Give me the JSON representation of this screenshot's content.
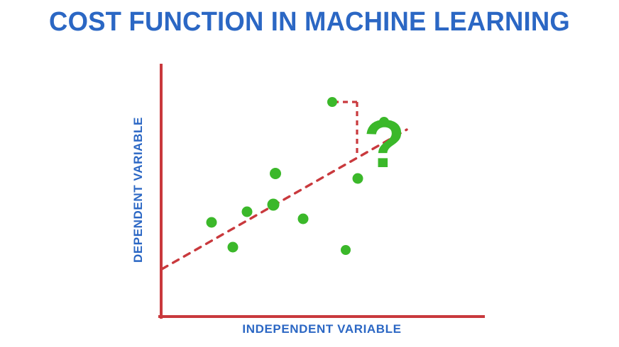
{
  "page": {
    "title": "COST FUNCTION IN MACHINE LEARNING",
    "background_color": "#FFFFFF"
  },
  "colors": {
    "title_blue": "#2B67C4",
    "axis_label_blue": "#2B67C4",
    "axis_red": "#C9393D",
    "regression_line_red": "#C9393D",
    "residual_line_red": "#C9393D",
    "point_green": "#3BB82A",
    "question_mark_green": "#3BB82A"
  },
  "annotations": {
    "question_mark": "?"
  },
  "chart_data": {
    "type": "scatter",
    "title": "COST FUNCTION IN MACHINE LEARNING",
    "xlabel": "INDEPENDENT VARIABLE",
    "ylabel": "DEPENDENT VARIABLE",
    "grid": false,
    "legend": "none",
    "xlim": [
      0,
      100
    ],
    "ylim": [
      0,
      100
    ],
    "xticks": [],
    "yticks": [],
    "series": [
      {
        "name": "observations",
        "marker": "circle",
        "color": "#3BB82A",
        "points": [
          {
            "x": 15.9,
            "y": 37.5
          },
          {
            "x": 22.5,
            "y": 27.7
          },
          {
            "x": 26.9,
            "y": 41.7
          },
          {
            "x": 35.0,
            "y": 44.5
          },
          {
            "x": 35.7,
            "y": 56.8
          },
          {
            "x": 44.3,
            "y": 38.8
          },
          {
            "x": 53.3,
            "y": 85.0
          },
          {
            "x": 57.5,
            "y": 26.4
          },
          {
            "x": 61.2,
            "y": 54.9
          },
          {
            "x": 69.3,
            "y": 77.2
          }
        ]
      }
    ],
    "fit_line": {
      "name": "regression-line",
      "style": "dashed",
      "color": "#C9393D",
      "start": {
        "x": 0.4,
        "y": 18.8
      },
      "end": {
        "x": 75.9,
        "y": 74.4
      }
    },
    "residual_annotation": {
      "name": "residual-error-bracket",
      "style": "dashed",
      "color": "#C9393D",
      "from_point": {
        "x": 53.3,
        "y": 85.0
      },
      "to_line_point": {
        "x": 61.0,
        "y": 64.5
      },
      "description": "dashed elbow from outlier point down to the fitted line"
    }
  }
}
